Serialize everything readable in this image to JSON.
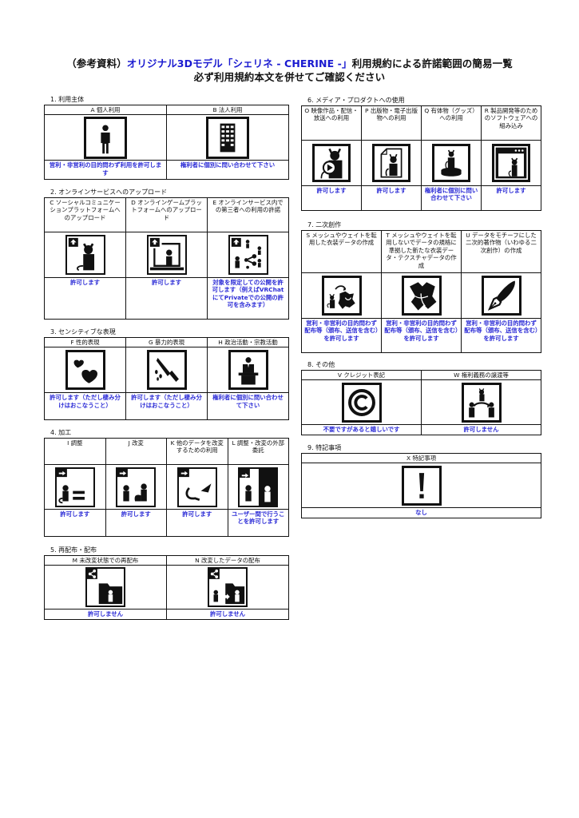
{
  "header": {
    "line1_prefix": "（参考資料）",
    "line1_highlight": "オリジナル3Dモデル「シェリネ - CHERINE -」",
    "line1_suffix": "利用規約による許諾範囲の簡易一覧",
    "line2": "必ず利用規約本文を併せてご確認ください",
    "highlight_color": "#1a1ad0",
    "answer_color": "#2b2bd6"
  },
  "sections": [
    {
      "label": "1. 利用主体",
      "items": [
        {
          "header": "A 個人利用",
          "icon": "person-icon",
          "answer": "営利・非営利の目的問わず利用を許可します"
        },
        {
          "header": "B 法人利用",
          "icon": "building-icon",
          "answer": "権利者に個別に問い合わせて下さい"
        }
      ]
    },
    {
      "label": "2. オンラインサービスへのアップロード",
      "items": [
        {
          "header": "C ソーシャルコミュニケーションプラットフォームへのアップロード",
          "icon": "upload-avatar-icon",
          "answer": "許可します"
        },
        {
          "header": "D オンラインゲームプラットフォームへのアップロード",
          "icon": "upload-monitor-icon",
          "answer": "許可します"
        },
        {
          "header": "E オンラインサービス内での第三者への利用の許諾",
          "icon": "upload-share-users-icon",
          "answer": "対象を限定しての公開を許可します（例えばVRChatにてPrivateでの公開の許可を含みます）"
        }
      ]
    },
    {
      "label": "3. センシティブな表現",
      "items": [
        {
          "header": "F 性的表現",
          "icon": "hearts-icon",
          "answer": "許可します（ただし棲み分けはおこなうこと）"
        },
        {
          "header": "G 暴力的表現",
          "icon": "knife-icon",
          "answer": "許可します（ただし棲み分けはおこなうこと）"
        },
        {
          "header": "H 政治活動・宗教活動",
          "icon": "podium-icon",
          "answer": "権利者に個別に問い合わせて下さい"
        }
      ]
    },
    {
      "label": "4. 加工",
      "items": [
        {
          "header": "I 調整",
          "icon": "adjust-equal-icon",
          "answer": "許可します"
        },
        {
          "header": "J 改変",
          "icon": "modify-avatar-icon",
          "answer": "許可します"
        },
        {
          "header": "K 他のデータを改変するための利用",
          "icon": "parts-reuse-icon",
          "answer": "許可します"
        },
        {
          "header": "L 調整・改変の外部委託",
          "icon": "outsource-icon",
          "answer": "ユーザー間で行うことを許可します"
        }
      ]
    },
    {
      "label": "5. 再配布・配布",
      "items": [
        {
          "header": "M 未改変状態での再配布",
          "icon": "share-folder-icon",
          "answer": "許可しません"
        },
        {
          "header": "N 改変したデータの配布",
          "icon": "share-modified-icon",
          "answer": "許可しません"
        }
      ]
    },
    {
      "label": "6. メディア・プロダクトへの使用",
      "items": [
        {
          "header": "O 映像作品・配信・放送への利用",
          "icon": "video-play-icon",
          "answer": "許可します"
        },
        {
          "header": "P 出版物・電子出版物への利用",
          "icon": "document-avatar-icon",
          "answer": "許可します"
        },
        {
          "header": "Q 有体物（グッズ）への利用",
          "icon": "figure-goods-icon",
          "answer": "権利者に個別に問い合わせて下さい"
        },
        {
          "header": "R 製品開発等のためのソフトウェアへの組み込み",
          "icon": "software-window-icon",
          "answer": "許可します"
        }
      ]
    },
    {
      "label": "7. 二次創作",
      "items": [
        {
          "header": "S メッシュやウェイトを転用した衣装データの作成",
          "icon": "mesh-clothing-icon",
          "answer": "営利・非営利の目的問わず配布等（頒布、送信を含む）を許可します"
        },
        {
          "header": "T メッシュやウェイトを転用しないでデータの規格に準拠した新たな衣装データ・テクスチャデータの作成",
          "icon": "clothing-icon",
          "answer": "営利・非営利の目的問わず配布等（頒布、送信を含む）を許可します"
        },
        {
          "header": "U データをモチーフにした二次的著作物（いわゆる二次創作）の作成",
          "icon": "pen-nib-icon",
          "answer": "営利・非営利の目的問わず配布等（頒布、送信を含む）を許可します"
        }
      ]
    },
    {
      "label": "8. その他",
      "items": [
        {
          "header": "V クレジット表記",
          "icon": "copyright-icon",
          "answer": "不要ですがあると嬉しいです"
        },
        {
          "header": "W 権利義務の譲渡等",
          "icon": "transfer-rights-icon",
          "answer": "許可しません"
        }
      ]
    },
    {
      "label": "9. 特記事項",
      "items": [
        {
          "header": "X 特記事項",
          "icon": "exclamation-icon",
          "answer": "なし"
        }
      ]
    }
  ]
}
